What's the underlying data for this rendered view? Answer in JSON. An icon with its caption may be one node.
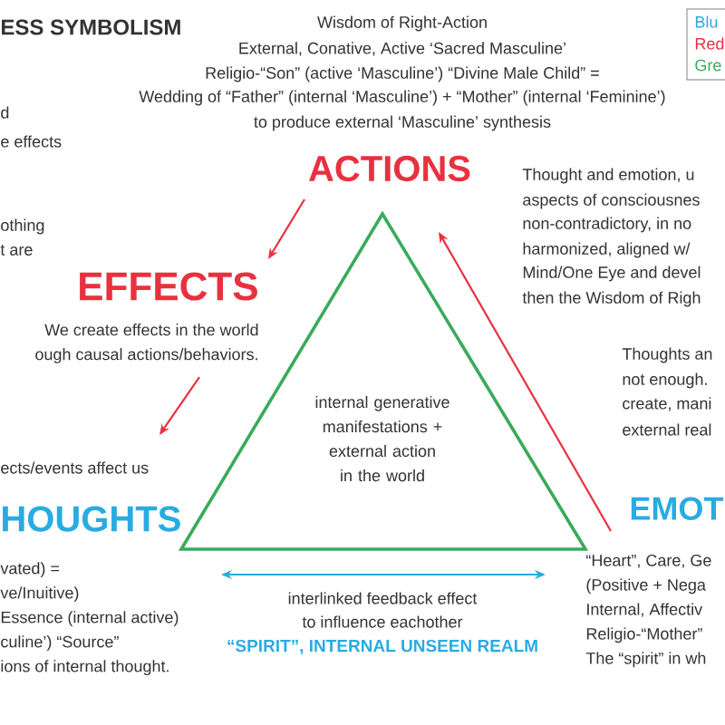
{
  "diagram": {
    "title": "ESS SYMBOLISM",
    "nodes": [
      {
        "text": [
          "internal generative manifestations + external action in the world"
        ]
      },
      {
        "text": [
          "ACTIONS"
        ]
      },
      {
        "text": [
          "EFFECTS",
          "We create effects in the world",
          "ough causal actions/behaviors."
        ]
      },
      {
        "text": [
          "HOUGHTS",
          "vated) =",
          "ve/Inuitive)",
          "Essence (internal active)",
          "culine’) “Source”",
          "ions of internal thought."
        ]
      },
      {
        "text": [
          "EMOT",
          "“Heart”, Care, Ge",
          "(Positive + Nega",
          "Internal, Affectiv",
          "Religio-“Mother”",
          "The “spirit” in wh"
        ]
      },
      {
        "text": [
          "ects/events affect us"
        ]
      }
    ],
    "edges": [
      {
        "from": 1,
        "to": 2,
        "arrow": "to"
      },
      {
        "from": 2,
        "to": 5,
        "arrow": "to"
      },
      {
        "from": 4,
        "to": 1,
        "arrow": "to"
      },
      {
        "from": 3,
        "to": 4,
        "arrow": "both",
        "color": "#29abe2"
      }
    ],
    "labels": [
      "Wisdom of Right-Action",
      "External, Conative, Active ‘Sacred Masculine’",
      "Religio-“Son” (active ‘Masculine’) “Divine Male Child” =",
      "Wedding of “Father” (internal ‘Masculine’) + “Mother” (internal ‘Feminine’)",
      "to produce external ‘Masculine’ synthesis",
      "d",
      "e effects",
      "othing",
      "t are",
      "Thought and emotion, u",
      "aspects of consciousnes",
      "non-contradictory, in no",
      "harmonized, aligned w/",
      "Mind/One Eye and devel",
      "then the Wisdom of Righ",
      "Thoughts an",
      "not enough.",
      "create, mani",
      "external real",
      "interlinked feedback effect",
      "to influence eachother",
      "“SPIRIT”, INTERNAL UNSEEN REALM"
    ],
    "legend": [
      {
        "text": "Blu",
        "color": "#29abe2"
      },
      {
        "text": "Red",
        "color": "#e8313f"
      },
      {
        "text": "Gre",
        "color": "#3aaa5c"
      }
    ]
  }
}
